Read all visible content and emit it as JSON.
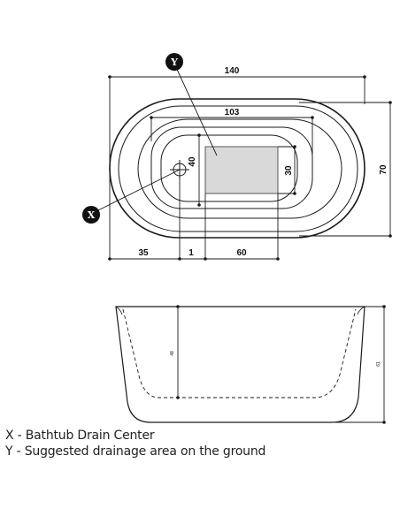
{
  "top_view": {
    "overall_length": "140",
    "inner_length": "103",
    "overall_width": "70",
    "drain_width": "40",
    "area_height": "30",
    "offset_left": "35",
    "offset_mid": "1",
    "area_length": "60"
  },
  "side_view": {
    "inner_depth": "48",
    "total_height": "61"
  },
  "markers": {
    "x": "X",
    "y": "Y"
  },
  "legend": {
    "x": "X - Bathtub Drain Center",
    "y": "Y - Suggested drainage area on the ground"
  },
  "colors": {
    "line": "#1a1a1a",
    "area_fill": "#d9d9d9",
    "marker_fill": "#111111"
  }
}
